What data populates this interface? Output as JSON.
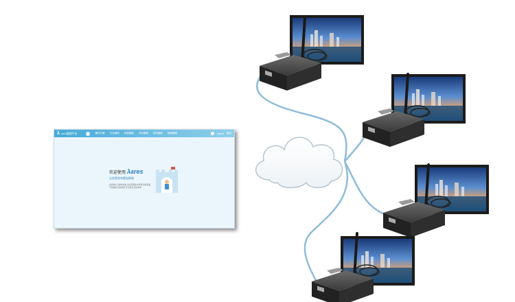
{
  "browser_ui": {
    "brand_mark": "λ",
    "brand_name": "ares管理平台",
    "nav": [
      "解决方案",
      "行业案例",
      "终端管理",
      "节目管理",
      "发布管理",
      "系统管理"
    ],
    "header_right": [
      "admin",
      "退出"
    ],
    "welcome_title": "欢迎使用",
    "welcome_brand": "λares",
    "welcome_subtitle": "让信息发布更加高效",
    "welcome_body": "多媒体信息发布系统 支持远程集中管理 终端设备 节目编排 实时发布 安全稳定 操作简单"
  },
  "colors": {
    "header": "#46a9d8",
    "page_bg": "#eaf6fc",
    "cable": "#8fbcd8",
    "device": "#2b2b2b",
    "screen_frame": "#1b1b1b",
    "cloud": "#ffffff",
    "cloud_edge": "#b5c4cf"
  },
  "icons": [
    "cloud-icon",
    "antenna-icon",
    "display-icon",
    "router-box-icon"
  ]
}
